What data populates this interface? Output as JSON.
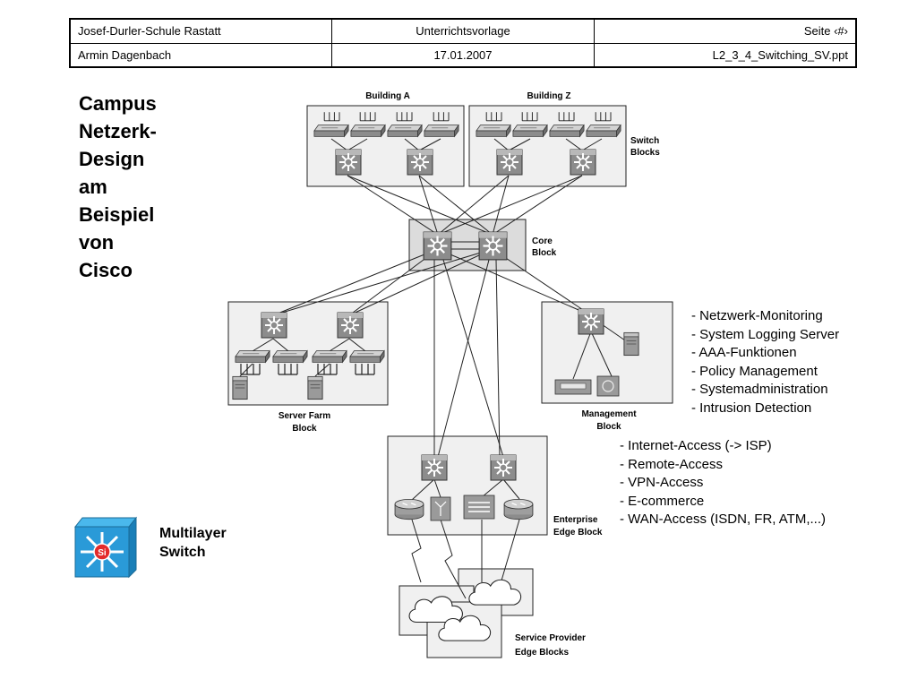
{
  "header": {
    "row1": {
      "left": "Josef-Durler-Schule Rastatt",
      "center": "Unterrichtsvorlage",
      "right": "Seite ‹#›"
    },
    "row2": {
      "left": "Armin Dagenbach",
      "center": "17.01.2007",
      "right": "L2_3_4_Switching_SV.ppt"
    }
  },
  "title_lines": [
    "Campus",
    "Netzerk-",
    "Design",
    "am",
    "Beispiel",
    "von",
    "Cisco"
  ],
  "diagram": {
    "building_a": "Building A",
    "building_z": "Building Z",
    "switch_blocks": [
      "Switch",
      "Blocks"
    ],
    "core_block": [
      "Core",
      "Block"
    ],
    "server_farm": [
      "Server Farm",
      "Block"
    ],
    "management": [
      "Management",
      "Block"
    ],
    "enterprise_edge": [
      "Enterprise",
      "Edge Block"
    ],
    "service_provider": [
      "Service Provider",
      "Edge Blocks"
    ],
    "si_badge": "Si"
  },
  "management_services": [
    "- Netzwerk-Monitoring",
    "- System Logging Server",
    "- AAA-Funktionen",
    "- Policy Management",
    "- Systemadministration",
    "- Intrusion Detection"
  ],
  "edge_services": [
    "- Internet-Access (-> ISP)",
    "- Remote-Access",
    "- VPN-Access",
    "- E-commerce",
    "- WAN-Access (ISDN, FR, ATM,...)"
  ],
  "legend": {
    "line1": "Multilayer",
    "line2": "Switch"
  }
}
